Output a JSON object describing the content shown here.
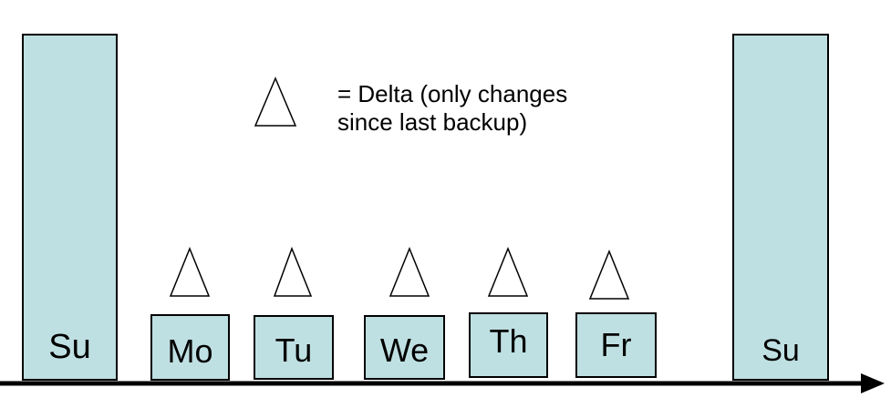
{
  "legend": {
    "line1": "= Delta (only changes",
    "line2": "since last backup)"
  },
  "boxes": {
    "sun_start": "Su",
    "mon": "Mo",
    "tue": "Tu",
    "wed": "We",
    "thu": "Th",
    "fri": "Fr",
    "sun_end": "Su"
  },
  "colors": {
    "box_fill": "#bfe0e2",
    "stroke": "#000000"
  },
  "icons": {
    "delta": "triangle-outline-icon",
    "timeline": "arrow-right-icon"
  }
}
